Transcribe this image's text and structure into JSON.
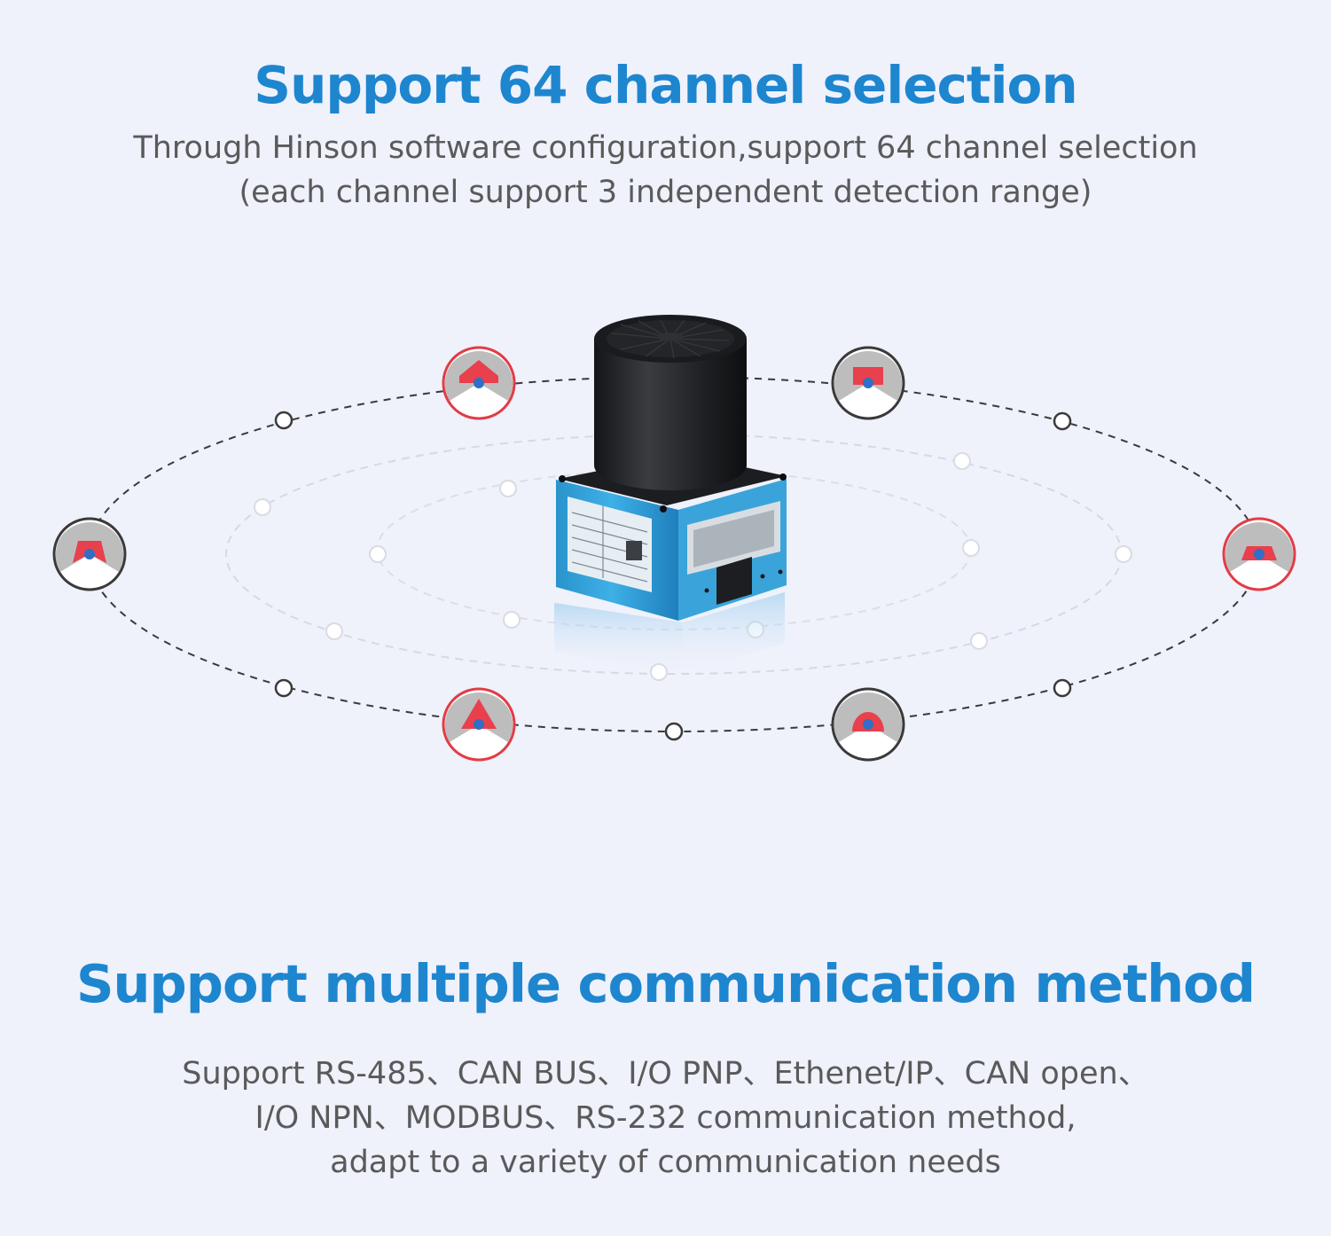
{
  "section1": {
    "title": "Support 64 channel selection",
    "subtitle_lines": [
      "Through Hinson software configuration,support 64 channel selection",
      "(each channel support 3 independent detection range)"
    ]
  },
  "section2": {
    "title": "Support multiple communication method",
    "subtitle_lines": [
      "Support RS-485、CAN BUS、I/O PNP、Ethenet/IP、CAN open、",
      "I/O NPN、MODBUS、RS-232 communication method,",
      "adapt to a variety of communication needs"
    ]
  },
  "colors": {
    "heading": "#1d86cf",
    "body_text": "#5a5a5a",
    "background": "#eff1fb",
    "badge_red": "#e23c45",
    "badge_dark": "#3a3a3a",
    "zone_gray": "#bdbdbd",
    "zone_red": "#e8404d",
    "zone_center": "#2f6fc6",
    "sensor_body": "#2b9fd8",
    "sensor_head": "#1e1f22"
  },
  "channel_badges": [
    {
      "id": "top-left",
      "ring": "red",
      "zone": "gable"
    },
    {
      "id": "top-right",
      "ring": "dark",
      "zone": "square"
    },
    {
      "id": "left",
      "ring": "dark",
      "zone": "trapezoid"
    },
    {
      "id": "right",
      "ring": "red",
      "zone": "low-trapezoid"
    },
    {
      "id": "bottom-left",
      "ring": "red",
      "zone": "triangle"
    },
    {
      "id": "bottom-right",
      "ring": "dark",
      "zone": "dome"
    }
  ],
  "icons": {
    "sensor": "lidar-sensor-icon",
    "badge": "detection-zone-icon",
    "node": "orbit-node-icon"
  }
}
